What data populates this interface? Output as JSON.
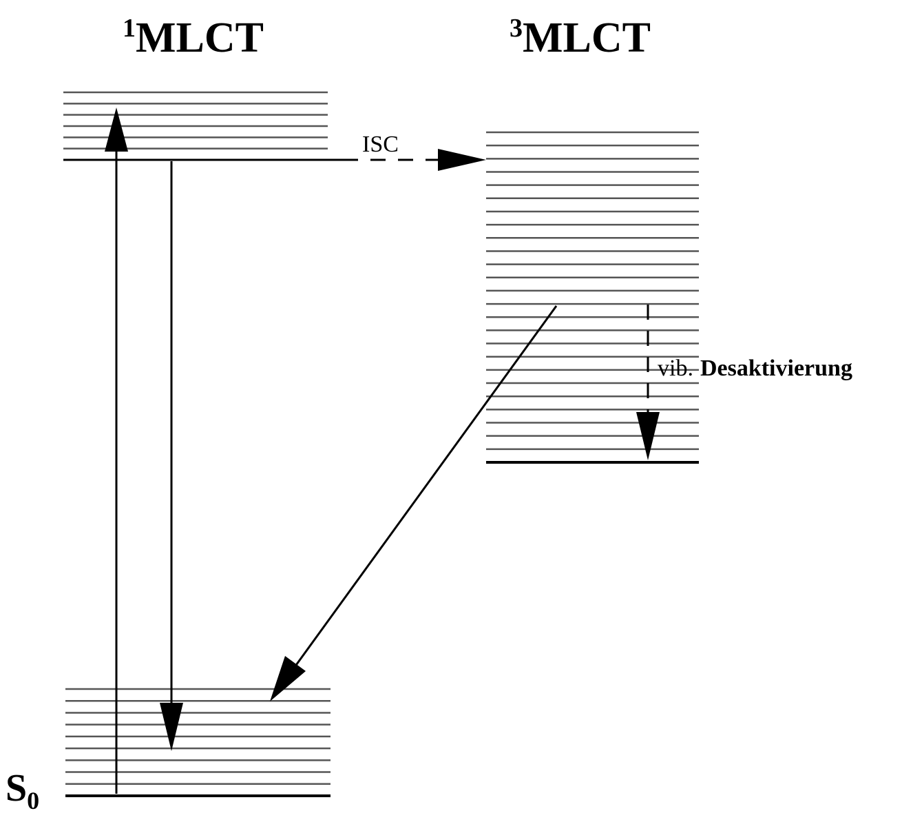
{
  "labels": {
    "singlet": {
      "sup": "1",
      "text": "MLCT"
    },
    "triplet": {
      "sup": "3",
      "text": "MLCT"
    },
    "ground": {
      "text": "S",
      "sub": "0"
    },
    "isc": "ISC",
    "vib_prefix": "vib.",
    "vib_main": "Desaktivierung"
  },
  "levels": {
    "singlet_count": 6,
    "triplet_count": 25,
    "ground_count": 9
  },
  "colors": {
    "line": "#000000",
    "level_line": "#555555",
    "background": "#ffffff"
  }
}
